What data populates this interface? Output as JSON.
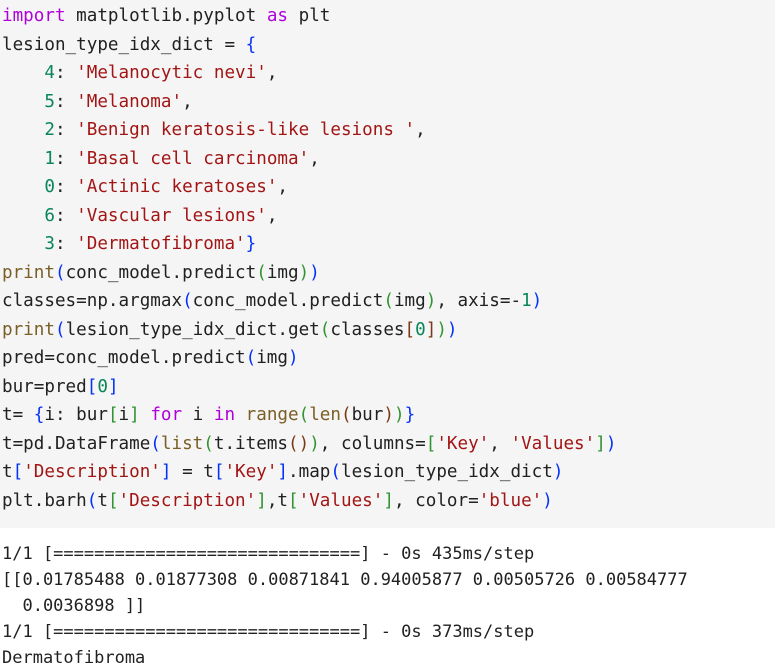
{
  "code_cell": {
    "lines": [
      [
        {
          "t": "import",
          "c": "kw"
        },
        {
          "t": " matplotlib.pyplot ",
          "c": ""
        },
        {
          "t": "as",
          "c": "kw"
        },
        {
          "t": " plt",
          "c": ""
        }
      ],
      [
        {
          "t": "lesion_type_idx_dict = ",
          "c": ""
        },
        {
          "t": "{",
          "c": "br1"
        }
      ],
      [
        {
          "t": "    ",
          "c": ""
        },
        {
          "t": "4",
          "c": "num"
        },
        {
          "t": ": ",
          "c": ""
        },
        {
          "t": "'Melanocytic nevi'",
          "c": "str"
        },
        {
          "t": ",",
          "c": ""
        }
      ],
      [
        {
          "t": "    ",
          "c": ""
        },
        {
          "t": "5",
          "c": "num"
        },
        {
          "t": ": ",
          "c": ""
        },
        {
          "t": "'Melanoma'",
          "c": "str"
        },
        {
          "t": ",",
          "c": ""
        }
      ],
      [
        {
          "t": "    ",
          "c": ""
        },
        {
          "t": "2",
          "c": "num"
        },
        {
          "t": ": ",
          "c": ""
        },
        {
          "t": "'Benign keratosis-like lesions '",
          "c": "str"
        },
        {
          "t": ",",
          "c": ""
        }
      ],
      [
        {
          "t": "    ",
          "c": ""
        },
        {
          "t": "1",
          "c": "num"
        },
        {
          "t": ": ",
          "c": ""
        },
        {
          "t": "'Basal cell carcinoma'",
          "c": "str"
        },
        {
          "t": ",",
          "c": ""
        }
      ],
      [
        {
          "t": "    ",
          "c": ""
        },
        {
          "t": "0",
          "c": "num"
        },
        {
          "t": ": ",
          "c": ""
        },
        {
          "t": "'Actinic keratoses'",
          "c": "str"
        },
        {
          "t": ",",
          "c": ""
        }
      ],
      [
        {
          "t": "    ",
          "c": ""
        },
        {
          "t": "6",
          "c": "num"
        },
        {
          "t": ": ",
          "c": ""
        },
        {
          "t": "'Vascular lesions'",
          "c": "str"
        },
        {
          "t": ",",
          "c": ""
        }
      ],
      [
        {
          "t": "    ",
          "c": ""
        },
        {
          "t": "3",
          "c": "num"
        },
        {
          "t": ": ",
          "c": ""
        },
        {
          "t": "'Dermatofibroma'",
          "c": "str"
        },
        {
          "t": "}",
          "c": "br1"
        }
      ],
      [
        {
          "t": "print",
          "c": "fn"
        },
        {
          "t": "(",
          "c": "br1"
        },
        {
          "t": "conc_model.predict",
          "c": ""
        },
        {
          "t": "(",
          "c": "br2"
        },
        {
          "t": "img",
          "c": ""
        },
        {
          "t": ")",
          "c": "br2"
        },
        {
          "t": ")",
          "c": "br1"
        }
      ],
      [
        {
          "t": "classes=np.argmax",
          "c": ""
        },
        {
          "t": "(",
          "c": "br1"
        },
        {
          "t": "conc_model.predict",
          "c": ""
        },
        {
          "t": "(",
          "c": "br2"
        },
        {
          "t": "img",
          "c": ""
        },
        {
          "t": ")",
          "c": "br2"
        },
        {
          "t": ", axis=-",
          "c": ""
        },
        {
          "t": "1",
          "c": "num"
        },
        {
          "t": ")",
          "c": "br1"
        }
      ],
      [
        {
          "t": "print",
          "c": "fn"
        },
        {
          "t": "(",
          "c": "br1"
        },
        {
          "t": "lesion_type_idx_dict.get",
          "c": ""
        },
        {
          "t": "(",
          "c": "br2"
        },
        {
          "t": "classes",
          "c": ""
        },
        {
          "t": "[",
          "c": "br3"
        },
        {
          "t": "0",
          "c": "num"
        },
        {
          "t": "]",
          "c": "br3"
        },
        {
          "t": ")",
          "c": "br2"
        },
        {
          "t": ")",
          "c": "br1"
        }
      ],
      [
        {
          "t": "pred=conc_model.predict",
          "c": ""
        },
        {
          "t": "(",
          "c": "br1"
        },
        {
          "t": "img",
          "c": ""
        },
        {
          "t": ")",
          "c": "br1"
        }
      ],
      [
        {
          "t": "bur=pred",
          "c": ""
        },
        {
          "t": "[",
          "c": "br1"
        },
        {
          "t": "0",
          "c": "num"
        },
        {
          "t": "]",
          "c": "br1"
        }
      ],
      [
        {
          "t": "t= ",
          "c": ""
        },
        {
          "t": "{",
          "c": "br1"
        },
        {
          "t": "i: bur",
          "c": ""
        },
        {
          "t": "[",
          "c": "br2"
        },
        {
          "t": "i",
          "c": ""
        },
        {
          "t": "]",
          "c": "br2"
        },
        {
          "t": " ",
          "c": ""
        },
        {
          "t": "for",
          "c": "kw"
        },
        {
          "t": " i ",
          "c": ""
        },
        {
          "t": "in",
          "c": "kw"
        },
        {
          "t": " ",
          "c": ""
        },
        {
          "t": "range",
          "c": "fn"
        },
        {
          "t": "(",
          "c": "br2"
        },
        {
          "t": "len",
          "c": "fn"
        },
        {
          "t": "(",
          "c": "br3"
        },
        {
          "t": "bur",
          "c": ""
        },
        {
          "t": ")",
          "c": "br3"
        },
        {
          "t": ")",
          "c": "br2"
        },
        {
          "t": "}",
          "c": "br1"
        }
      ],
      [
        {
          "t": "t=pd.DataFrame",
          "c": ""
        },
        {
          "t": "(",
          "c": "br1"
        },
        {
          "t": "list",
          "c": "fn"
        },
        {
          "t": "(",
          "c": "br2"
        },
        {
          "t": "t.items",
          "c": ""
        },
        {
          "t": "(",
          "c": "br3"
        },
        {
          "t": ")",
          "c": "br3"
        },
        {
          "t": ")",
          "c": "br2"
        },
        {
          "t": ", columns=",
          "c": ""
        },
        {
          "t": "[",
          "c": "br2"
        },
        {
          "t": "'Key'",
          "c": "str"
        },
        {
          "t": ", ",
          "c": ""
        },
        {
          "t": "'Values'",
          "c": "str"
        },
        {
          "t": "]",
          "c": "br2"
        },
        {
          "t": ")",
          "c": "br1"
        }
      ],
      [
        {
          "t": "t",
          "c": ""
        },
        {
          "t": "[",
          "c": "br1"
        },
        {
          "t": "'Description'",
          "c": "str"
        },
        {
          "t": "]",
          "c": "br1"
        },
        {
          "t": " = t",
          "c": ""
        },
        {
          "t": "[",
          "c": "br1"
        },
        {
          "t": "'Key'",
          "c": "str"
        },
        {
          "t": "]",
          "c": "br1"
        },
        {
          "t": ".map",
          "c": ""
        },
        {
          "t": "(",
          "c": "br1"
        },
        {
          "t": "lesion_type_idx_dict",
          "c": ""
        },
        {
          "t": ")",
          "c": "br1"
        }
      ],
      [
        {
          "t": "plt.barh",
          "c": ""
        },
        {
          "t": "(",
          "c": "br1"
        },
        {
          "t": "t",
          "c": ""
        },
        {
          "t": "[",
          "c": "br2"
        },
        {
          "t": "'Description'",
          "c": "str"
        },
        {
          "t": "]",
          "c": "br2"
        },
        {
          "t": ",t",
          "c": ""
        },
        {
          "t": "[",
          "c": "br2"
        },
        {
          "t": "'Values'",
          "c": "str"
        },
        {
          "t": "]",
          "c": "br2"
        },
        {
          "t": ", color=",
          "c": ""
        },
        {
          "t": "'blue'",
          "c": "str"
        },
        {
          "t": ")",
          "c": "br1"
        }
      ]
    ]
  },
  "output": {
    "lines": [
      "1/1 [==============================] - 0s 435ms/step",
      "[[0.01785488 0.01877308 0.00871841 0.94005877 0.00505726 0.00584777",
      "  0.0036898 ]]",
      "1/1 [==============================] - 0s 373ms/step",
      "Dermatofibroma"
    ]
  }
}
